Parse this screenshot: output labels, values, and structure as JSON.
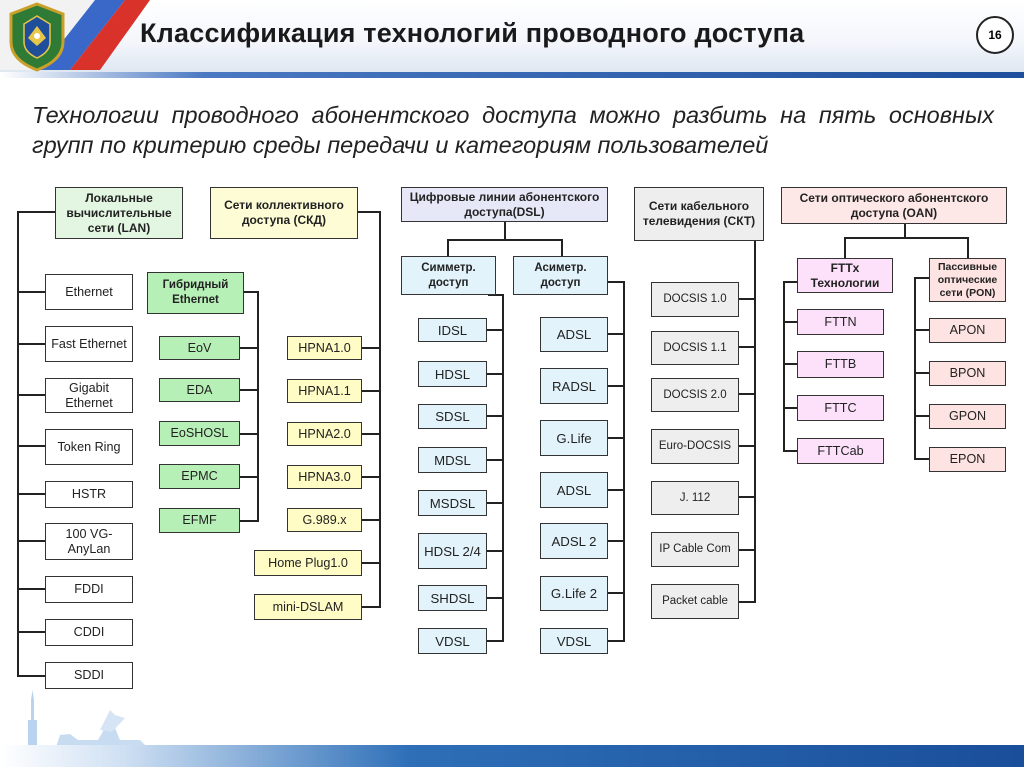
{
  "header": {
    "title": "Классификация технологий проводного доступа",
    "page_number": "16"
  },
  "intro_text": "Технологии проводного абонентского доступа можно разбить на пять основных групп по критерию среды передачи и категориям пользователей",
  "groups": {
    "lan": {
      "title": "Локальные вычислительные сети (LAN)",
      "items": [
        "Ethernet",
        "Fast Ethernet",
        "Gigabit Ethernet",
        "Token Ring",
        "HSTR",
        "100 VG-AnyLan",
        "FDDI",
        "CDDI",
        "SDDI"
      ]
    },
    "hybrid": {
      "title": "Гибридный Ethernet",
      "items": [
        "EoV",
        "EDA",
        "EoSHOSL",
        "EPMC",
        "EFMF"
      ]
    },
    "skd": {
      "title": "Сети коллективного доступа (СКД)",
      "items": [
        "HPNA1.0",
        "HPNA1.1",
        "HPNA2.0",
        "HPNA3.0",
        "G.989.x",
        "Home Plug1.0",
        "mini-DSLAM"
      ]
    },
    "dsl": {
      "title": "Цифровые линии абонентского доступа(DSL)",
      "sym": {
        "title": "Симметр. доступ",
        "items": [
          "IDSL",
          "HDSL",
          "SDSL",
          "MDSL",
          "MSDSL",
          "HDSL 2/4",
          "SHDSL",
          "VDSL"
        ]
      },
      "asym": {
        "title": "Асиметр. доступ",
        "items": [
          "ADSL",
          "RADSL",
          "G.Life",
          "ADSL",
          "ADSL 2",
          "G.Life 2",
          "VDSL"
        ]
      }
    },
    "ktv": {
      "title": "Сети кабельного телевидения (СКТ)",
      "items": [
        "DOCSIS 1.0",
        "DOCSIS 1.1",
        "DOCSIS 2.0",
        "Euro-DOCSIS",
        "J. 112",
        "IP Cable Com",
        "Packet cable"
      ]
    },
    "oan": {
      "title": "Сети оптического абонентского доступа (OAN)",
      "fttx": {
        "title": "FTTx Технологии",
        "items": [
          "FTTN",
          "FTTB",
          "FTTC",
          "FTTCab"
        ]
      },
      "pon": {
        "title": "Пассивные оптические сети (PON)",
        "items": [
          "APON",
          "BPON",
          "GPON",
          "EPON"
        ]
      }
    }
  },
  "colors": {
    "lan_header": "#e3f6e1",
    "skd_header": "#fdfcd5",
    "dsl_header": "#e6e8f8",
    "dsl_sub": "#e2f3fb",
    "ktv": "#eeeeee",
    "oan_header": "#fde7e7",
    "fttx": "#fde1fa",
    "pon": "#fde3e1",
    "hybrid_items": "#b7f0b7",
    "skd_items": "#fffcc6"
  }
}
